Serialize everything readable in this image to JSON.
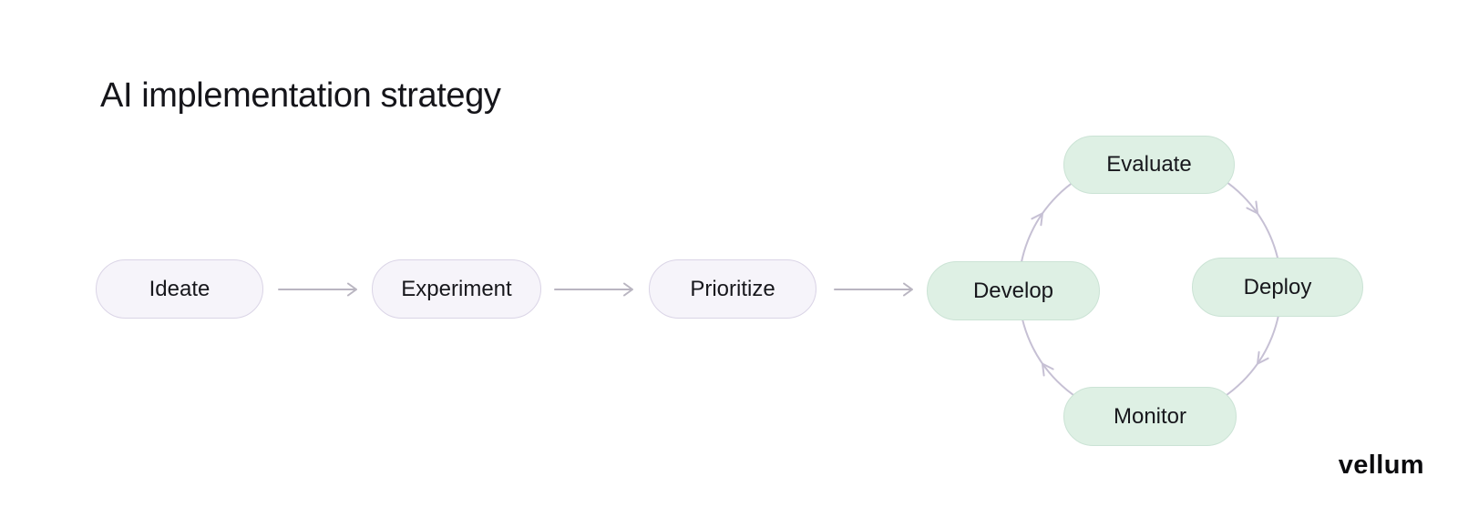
{
  "page": {
    "title": "AI implementation strategy",
    "brand": "vellum"
  },
  "flow": {
    "nodes": [
      {
        "id": "ideate",
        "label": "Ideate"
      },
      {
        "id": "experiment",
        "label": "Experiment"
      },
      {
        "id": "prioritize",
        "label": "Prioritize"
      }
    ],
    "sequence": [
      "Ideate",
      "Experiment",
      "Prioritize",
      "Develop"
    ]
  },
  "cycle": {
    "nodes": [
      {
        "id": "develop",
        "label": "Develop",
        "position": "left"
      },
      {
        "id": "evaluate",
        "label": "Evaluate",
        "position": "top"
      },
      {
        "id": "deploy",
        "label": "Deploy",
        "position": "right"
      },
      {
        "id": "monitor",
        "label": "Monitor",
        "position": "bottom"
      }
    ],
    "direction": "clockwise",
    "sequence": [
      "Develop",
      "Evaluate",
      "Deploy",
      "Monitor",
      "Develop"
    ]
  },
  "colors": {
    "background": "#ffffff",
    "flow_node_fill": "#f6f4fa",
    "flow_node_border": "#dad4e6",
    "cycle_node_fill": "#def0e4",
    "cycle_node_border": "#cbe3d5",
    "flow_arrow": "#b9b5c1",
    "cycle_arrow": "#c6c0d4",
    "text": "#17171c",
    "title_text": "#15151a"
  }
}
